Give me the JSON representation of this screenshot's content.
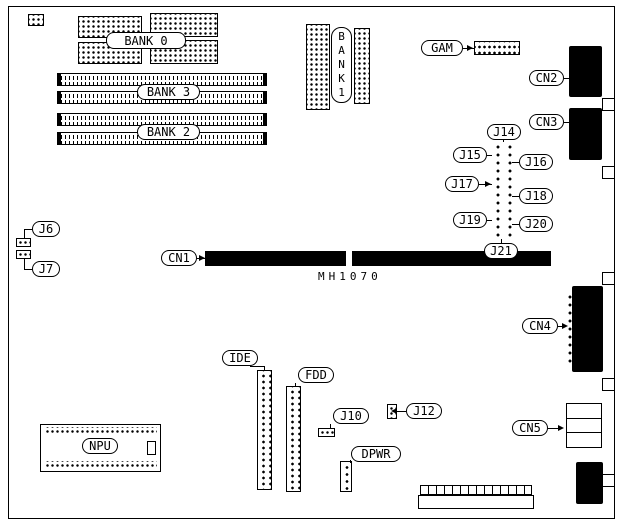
{
  "board_model": "MH1070",
  "colors": {
    "ink": "#000000",
    "paper": "#ffffff"
  },
  "labels": {
    "bank0": "BANK 0",
    "bank1": "BANK1",
    "bank2": "BANK 2",
    "bank3": "BANK 3",
    "gam": "GAM",
    "cn1": "CN1",
    "cn2": "CN2",
    "cn3": "CN3",
    "cn4": "CN4",
    "cn5": "CN5",
    "j6": "J6",
    "j7": "J7",
    "j10": "J10",
    "j12": "J12",
    "j14": "J14",
    "j15": "J15",
    "j16": "J16",
    "j17": "J17",
    "j18": "J18",
    "j19": "J19",
    "j20": "J20",
    "j21": "J21",
    "ide": "IDE",
    "fdd": "FDD",
    "npu": "NPU",
    "dpwr": "DPWR"
  }
}
